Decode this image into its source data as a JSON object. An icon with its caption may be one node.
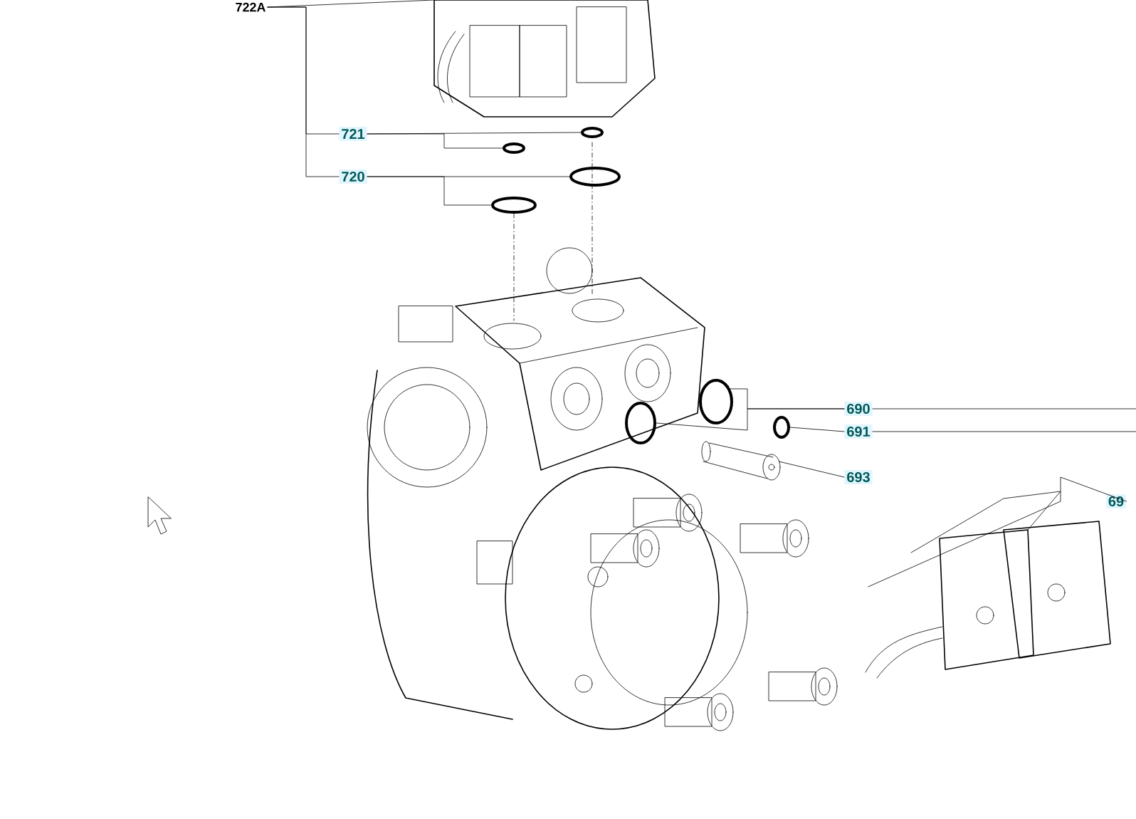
{
  "diagram": {
    "nodes": [
      {
        "text": [
          "722A"
        ]
      },
      {
        "text": [],
        "shape": "picture"
      },
      {
        "text": [
          "721"
        ]
      },
      {
        "text": [],
        "shape": "circle"
      },
      {
        "text": [],
        "shape": "circle"
      },
      {
        "text": [
          "720"
        ]
      },
      {
        "text": [],
        "shape": "circle"
      },
      {
        "text": [],
        "shape": "circle"
      },
      {
        "text": [
          "690"
        ]
      },
      {
        "text": [],
        "shape": "circle"
      },
      {
        "text": [],
        "shape": "circle"
      },
      {
        "text": [
          "691"
        ]
      },
      {
        "text": [],
        "shape": "circle"
      },
      {
        "text": [
          "693"
        ]
      },
      {
        "text": [],
        "shape": "picture"
      },
      {
        "text": [
          "69"
        ]
      },
      {
        "text": [],
        "shape": "picture"
      }
    ],
    "edges": [
      {
        "from": 0,
        "to": 1,
        "arrow": "none"
      },
      {
        "from": 2,
        "to": 3,
        "arrow": "none"
      },
      {
        "from": 2,
        "to": 4,
        "arrow": "none"
      },
      {
        "from": 5,
        "to": 6,
        "arrow": "none"
      },
      {
        "from": 5,
        "to": 7,
        "arrow": "none"
      },
      {
        "from": 8,
        "to": 9,
        "arrow": "none"
      },
      {
        "from": 8,
        "to": 10,
        "arrow": "none"
      },
      {
        "from": 11,
        "to": 12,
        "arrow": "none"
      },
      {
        "from": 13,
        "to": 14,
        "arrow": "none"
      },
      {
        "from": 15,
        "to": 16,
        "arrow": "none"
      },
      {
        "from": 8,
        "to": null,
        "arrow": "none"
      },
      {
        "from": 11,
        "to": null,
        "arrow": "none"
      },
      {
        "from": 0,
        "to": 2,
        "arrow": "none"
      },
      {
        "from": 0,
        "to": 5,
        "arrow": "none"
      }
    ]
  }
}
